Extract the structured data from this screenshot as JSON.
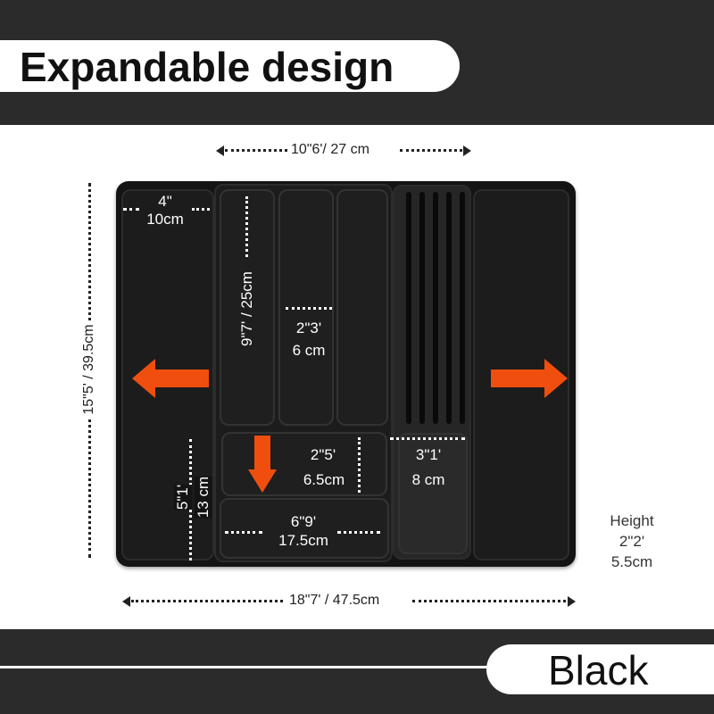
{
  "header": {
    "title": "Expandable design"
  },
  "footer": {
    "color_label": "Black"
  },
  "accent_color": "#f04e0f",
  "dimensions": {
    "middle_width": "10\"6'/ 27 cm",
    "total_length": "15\"5' / 39.5cm",
    "total_width": "18\"7' / 47.5cm",
    "side_tray_width_in": "4\"",
    "side_tray_width_cm": "10cm",
    "long_slot_length": "9\"7' / 25cm",
    "slot_width_in": "2\"3'",
    "slot_width_cm": "6 cm",
    "small_tray_depth_in": "2\"5'",
    "small_tray_depth_cm": "6.5cm",
    "knife_block_width_in": "3\"1'",
    "knife_block_width_cm": "8 cm",
    "bottom_tray_width_in": "6\"9'",
    "bottom_tray_width_cm": "17.5cm",
    "bottom_height_in": "5\"1'",
    "bottom_height_cm": "13 cm",
    "height_label": "Height",
    "height_in": "2\"2'",
    "height_cm": "5.5cm"
  },
  "icons": {
    "expand_left": "arrow-left-icon",
    "expand_right": "arrow-right-icon",
    "slide_down": "arrow-down-icon"
  }
}
